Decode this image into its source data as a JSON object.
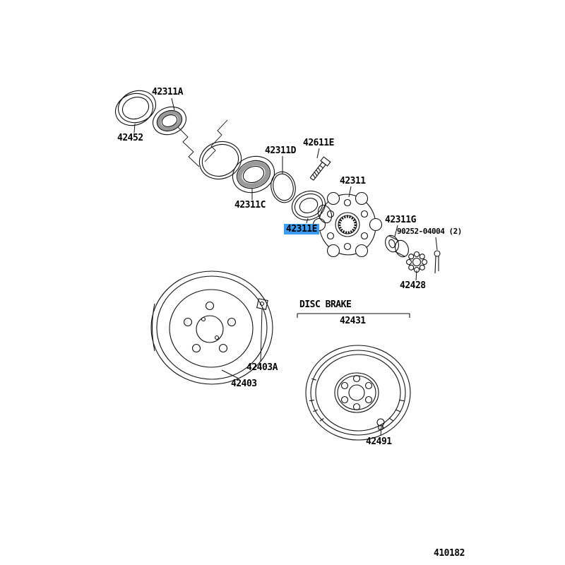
{
  "colors": {
    "highlight": "#3d9df3"
  },
  "diagram": {
    "number": "410182",
    "section_title": "DISC BRAKE"
  },
  "parts": {
    "p42311A": "42311A",
    "p42452": "42452",
    "p42311D": "42311D",
    "p42611E": "42611E",
    "p42311C": "42311C",
    "p42311": "42311",
    "p42311E": "42311E",
    "p42311G": "42311G",
    "p90252": "90252-04004 (2)",
    "p42428": "42428",
    "p42403A": "42403A",
    "p42403": "42403",
    "p42431": "42431",
    "p42491": "42491"
  },
  "selected_part": "42311E"
}
